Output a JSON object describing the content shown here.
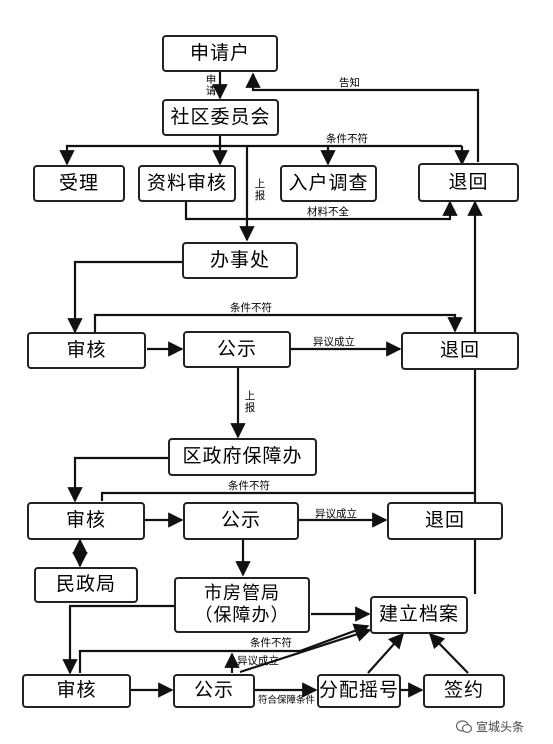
{
  "nodes": {
    "applicant": "申请户",
    "community_committee": "社区委员会",
    "accept": "受理",
    "doc_review": "资料审核",
    "home_survey": "入户调查",
    "return_1": "退回",
    "subdistrict_office": "办事处",
    "review_1": "审核",
    "publicity_1": "公示",
    "return_2": "退回",
    "district_office": "区政府保障办",
    "review_2": "审核",
    "publicity_2": "公示",
    "return_3": "退回",
    "civil_affairs": "民政局",
    "housing_bureau_line1": "市房管局",
    "housing_bureau_line2": "（保障办）",
    "build_archive": "建立档案",
    "review_3": "审核",
    "publicity_3": "公示",
    "lottery": "分配摇号",
    "sign": "签约"
  },
  "edge_labels": {
    "apply_v1": "申",
    "apply_v2": "请",
    "notify": "告知",
    "not_eligible_1": "条件不符",
    "report_v1": "上",
    "report_v2": "报",
    "incomplete": "材料不全",
    "not_eligible_2": "条件不符",
    "objection_1": "异议成立",
    "report2_v1": "上",
    "report2_v2": "报",
    "not_eligible_3": "条件不符",
    "objection_2": "异议成立",
    "not_eligible_4": "条件不符",
    "objection_3": "异议成立",
    "eligible": "符合保障条件"
  },
  "watermark": "宣城头条",
  "colors": {
    "line": "#111111",
    "border": "#222222"
  }
}
